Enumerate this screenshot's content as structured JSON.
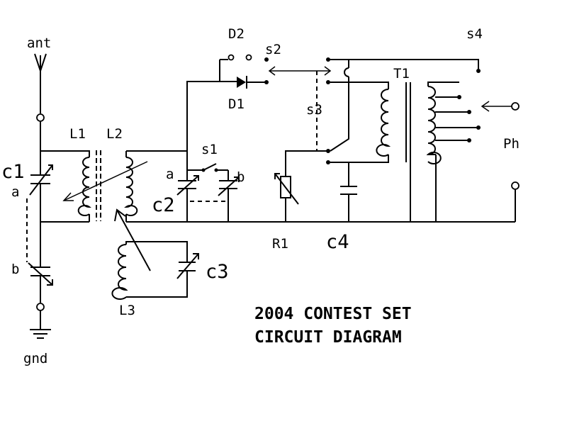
{
  "labels": {
    "ant": "ant",
    "gnd": "gnd",
    "c1": "c1",
    "c1a": "a",
    "c1b": "b",
    "l1": "L1",
    "l2": "L2",
    "l3": "L3",
    "c2": "c2",
    "c2a": "a",
    "c2b": "b",
    "s1": "s1",
    "c3": "c3",
    "d2": "D2",
    "d1": "D1",
    "s2": "s2",
    "s3": "s3",
    "s4": "s4",
    "t1": "T1",
    "r1": "R1",
    "c4": "c4",
    "ph": "Ph"
  },
  "title": {
    "line1": "2004 CONTEST SET",
    "line2": "CIRCUIT DIAGRAM"
  }
}
